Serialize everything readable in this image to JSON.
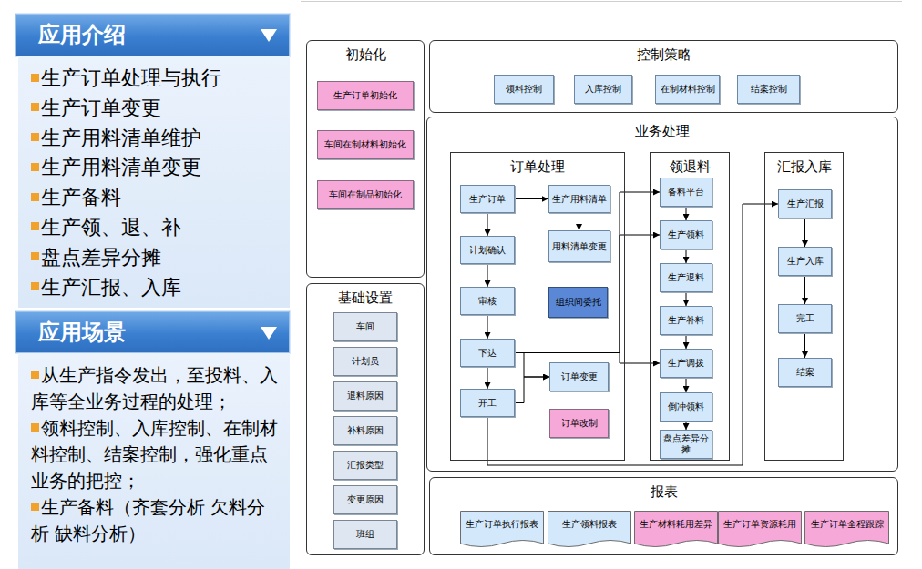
{
  "diagram": {
    "nodes": [
      {
        "text": [
          "应用介绍"
        ]
      },
      {
        "text": [
          "生产订单处理与执行",
          "生产订单变更",
          "生产用料清单维护",
          "生产用料清单变更",
          "生产备料",
          "生产领、退、补",
          "盘点差异分摊",
          "生产汇报、入库"
        ]
      },
      {
        "text": [
          "应用场景"
        ]
      },
      {
        "text": [
          "从生产指令发出，至投料、入库等全业务过程的处理；",
          "领料控制、入库控制、在制材料控制、结案控制，强化重点业务的把控；",
          "生产备料（齐套分析 欠料分析 缺料分析）"
        ]
      },
      {
        "text": [
          "初始化"
        ]
      },
      {
        "text": [
          "生产订单初始化"
        ],
        "in": 4
      },
      {
        "text": [
          "车间在制材料初始化"
        ],
        "in": 4
      },
      {
        "text": [
          "车间在制品初始化"
        ],
        "in": 4
      },
      {
        "text": [
          "控制策略"
        ]
      },
      {
        "text": [
          "领料控制"
        ],
        "in": 8
      },
      {
        "text": [
          "入库控制"
        ],
        "in": 8
      },
      {
        "text": [
          "在制材料控制"
        ],
        "in": 8
      },
      {
        "text": [
          "结案控制"
        ],
        "in": 8
      },
      {
        "text": [
          "业务处理"
        ]
      },
      {
        "text": [
          "订单处理"
        ],
        "in": 13
      },
      {
        "text": [
          "生产订单"
        ],
        "in": 14
      },
      {
        "text": [
          "计划确认"
        ],
        "in": 14
      },
      {
        "text": [
          "审核"
        ],
        "in": 14
      },
      {
        "text": [
          "下达"
        ],
        "in": 14
      },
      {
        "text": [
          "开工"
        ],
        "in": 14
      },
      {
        "text": [
          "生产用料清单"
        ],
        "in": 14
      },
      {
        "text": [
          "用料清单变更"
        ],
        "in": 14
      },
      {
        "text": [
          "组织间委托"
        ],
        "in": 14
      },
      {
        "text": [
          "订单变更"
        ],
        "in": 14
      },
      {
        "text": [
          "订单改制"
        ],
        "in": 14
      },
      {
        "text": [
          "领退料"
        ],
        "in": 13
      },
      {
        "text": [
          "备料平台"
        ],
        "in": 25
      },
      {
        "text": [
          "生产领料"
        ],
        "in": 25
      },
      {
        "text": [
          "生产退料"
        ],
        "in": 25
      },
      {
        "text": [
          "生产补料"
        ],
        "in": 25
      },
      {
        "text": [
          "生产调拨"
        ],
        "in": 25
      },
      {
        "text": [
          "倒冲领料"
        ],
        "in": 25
      },
      {
        "text": [
          "盘点差异分摊"
        ],
        "in": 25
      },
      {
        "text": [
          "汇报入库"
        ],
        "in": 13
      },
      {
        "text": [
          "生产汇报"
        ],
        "in": 33
      },
      {
        "text": [
          "生产入库"
        ],
        "in": 33
      },
      {
        "text": [
          "完工"
        ],
        "in": 33
      },
      {
        "text": [
          "结案"
        ],
        "in": 33
      },
      {
        "text": [
          "基础设置"
        ]
      },
      {
        "text": [
          "车间"
        ],
        "in": 38
      },
      {
        "text": [
          "计划员"
        ],
        "in": 38
      },
      {
        "text": [
          "退料原因"
        ],
        "in": 38
      },
      {
        "text": [
          "补料原因"
        ],
        "in": 38
      },
      {
        "text": [
          "汇报类型"
        ],
        "in": 38
      },
      {
        "text": [
          "变更原因"
        ],
        "in": 38
      },
      {
        "text": [
          "班组"
        ],
        "in": 38
      },
      {
        "text": [
          "报表"
        ]
      },
      {
        "text": [
          "生产订单执行报表"
        ],
        "in": 46
      },
      {
        "text": [
          "生产领料报表"
        ],
        "in": 46
      },
      {
        "text": [
          "生产材料耗用差异"
        ],
        "in": 46
      },
      {
        "text": [
          "生产订单资源耗用"
        ],
        "in": 46
      },
      {
        "text": [
          "生产订单全程跟踪"
        ],
        "in": 46
      }
    ],
    "edges": [
      {
        "from": 15,
        "to": 20,
        "arrow": "to"
      },
      {
        "from": 15,
        "to": 16,
        "arrow": "to"
      },
      {
        "from": 16,
        "to": 17,
        "arrow": "to"
      },
      {
        "from": 17,
        "to": 18,
        "arrow": "to"
      },
      {
        "from": 18,
        "to": 19,
        "arrow": "to"
      },
      {
        "from": 20,
        "to": 21,
        "arrow": "to"
      },
      {
        "from": 18,
        "to": 26,
        "arrow": "to"
      },
      {
        "from": 18,
        "to": 27,
        "arrow": "to"
      },
      {
        "from": 18,
        "to": 30,
        "arrow": "to"
      },
      {
        "from": 18,
        "to": 23,
        "arrow": "to"
      },
      {
        "from": 19,
        "to": 23,
        "arrow": "to"
      },
      {
        "from": 19,
        "to": 34,
        "arrow": "to"
      },
      {
        "from": 26,
        "to": 27,
        "arrow": "to"
      },
      {
        "from": 27,
        "to": 28,
        "arrow": "to"
      },
      {
        "from": 28,
        "to": 29,
        "arrow": "to"
      },
      {
        "from": 29,
        "to": 30,
        "arrow": "to"
      },
      {
        "from": 30,
        "to": 31,
        "arrow": "to"
      },
      {
        "from": 31,
        "to": 32,
        "arrow": "to"
      },
      {
        "from": 34,
        "to": 35,
        "arrow": "to"
      },
      {
        "from": 35,
        "to": 36,
        "arrow": "to"
      },
      {
        "from": 36,
        "to": 37,
        "arrow": "to"
      }
    ]
  }
}
